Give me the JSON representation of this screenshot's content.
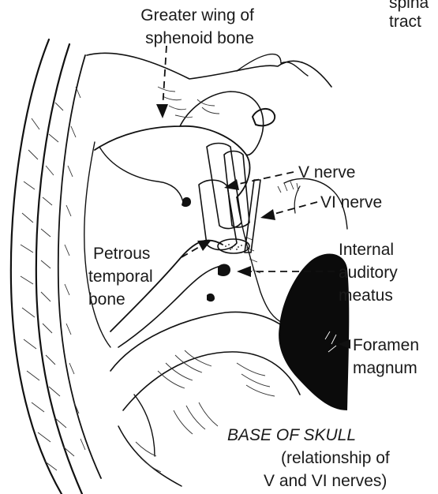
{
  "labels": {
    "spinal_partial": [
      "spina",
      "tract"
    ],
    "greater_wing": [
      "Greater wing of",
      "sphenoid bone"
    ],
    "v_nerve": "V nerve",
    "vi_nerve": "VI nerve",
    "petrous": [
      "Petrous",
      "temporal",
      "bone"
    ],
    "internal_auditory": [
      "Internal",
      "auditory",
      "meatus"
    ],
    "foramen_magnum": [
      "Foramen",
      "magnum"
    ],
    "caption_title": "BASE OF SKULL",
    "caption_sub": [
      "(relationship of",
      "V and VI nerves)"
    ]
  },
  "colors": {
    "ink": "#111111",
    "background": "#ffffff"
  }
}
